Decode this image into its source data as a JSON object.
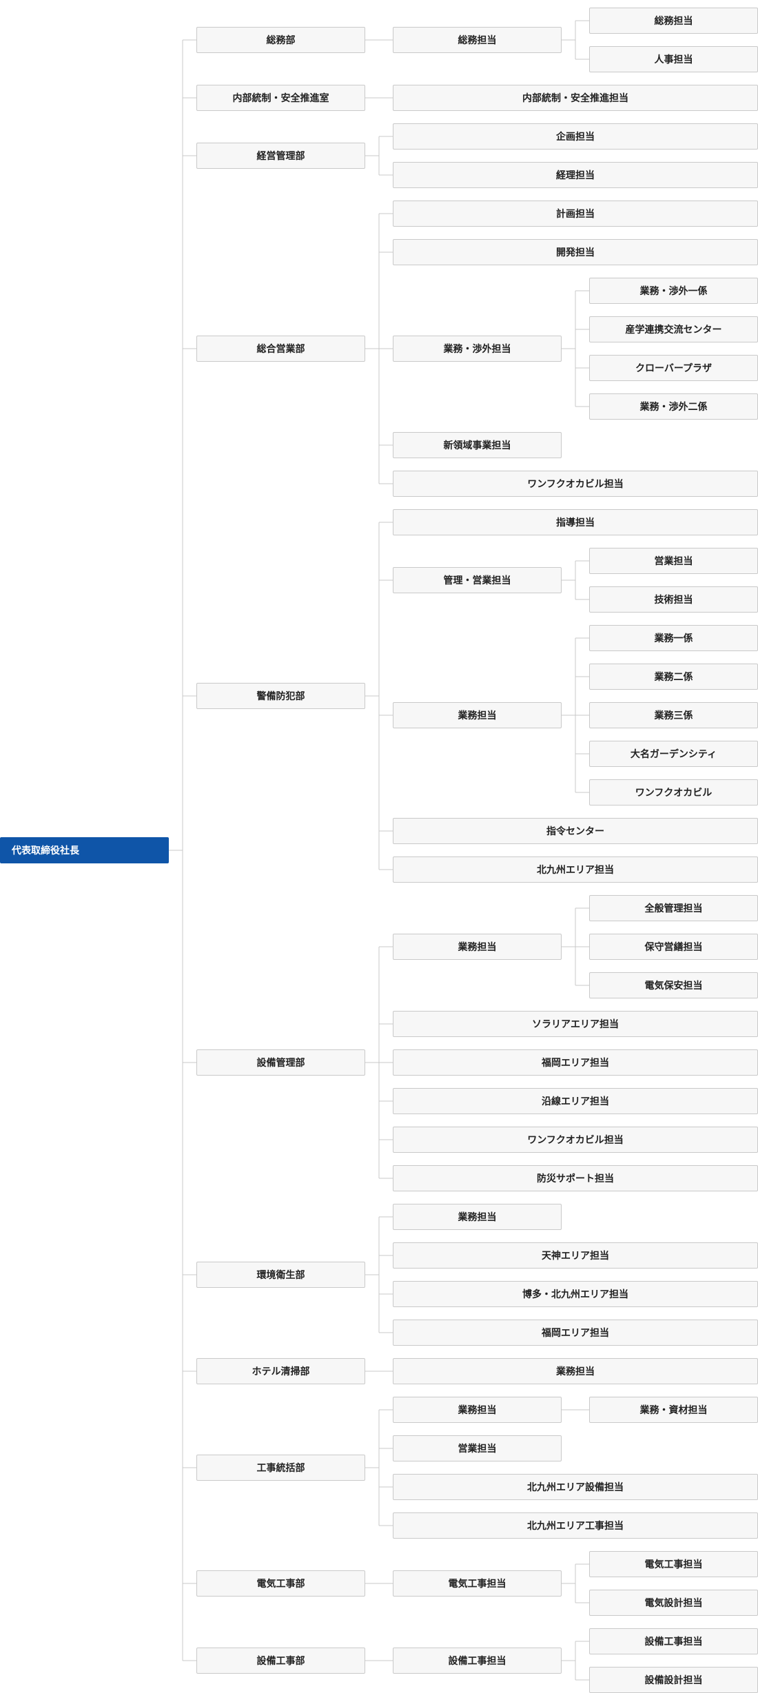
{
  "org": {
    "label": "代表取締役社長",
    "children": [
      {
        "label": "総務部",
        "children": [
          {
            "label": "総務担当",
            "children": [
              {
                "label": "総務担当"
              },
              {
                "label": "人事担当"
              }
            ]
          }
        ]
      },
      {
        "label": "内部統制・安全推進室",
        "children": [
          {
            "label": "内部統制・安全推進担当"
          }
        ]
      },
      {
        "label": "経営管理部",
        "children": [
          {
            "label": "企画担当"
          },
          {
            "label": "経理担当"
          }
        ]
      },
      {
        "label": "総合営業部",
        "children": [
          {
            "label": "計画担当"
          },
          {
            "label": "開発担当"
          },
          {
            "label": "業務・渉外担当",
            "children": [
              {
                "label": "業務・渉外一係"
              },
              {
                "label": "産学連携交流センター"
              },
              {
                "label": "クローバープラザ"
              },
              {
                "label": "業務・渉外二係"
              }
            ]
          },
          {
            "label": "新領域事業担当",
            "narrow": true
          },
          {
            "label": "ワンフクオカビル担当"
          }
        ]
      },
      {
        "label": "警備防犯部",
        "children": [
          {
            "label": "指導担当"
          },
          {
            "label": "管理・営業担当",
            "children": [
              {
                "label": "営業担当"
              },
              {
                "label": "技術担当"
              }
            ]
          },
          {
            "label": "業務担当",
            "children": [
              {
                "label": "業務一係"
              },
              {
                "label": "業務二係"
              },
              {
                "label": "業務三係"
              },
              {
                "label": "大名ガーデンシティ"
              },
              {
                "label": "ワンフクオカビル"
              }
            ]
          },
          {
            "label": "指令センター"
          },
          {
            "label": "北九州エリア担当"
          }
        ]
      },
      {
        "label": "設備管理部",
        "children": [
          {
            "label": "業務担当",
            "children": [
              {
                "label": "全般管理担当"
              },
              {
                "label": "保守営繕担当"
              },
              {
                "label": "電気保安担当"
              }
            ]
          },
          {
            "label": "ソラリアエリア担当"
          },
          {
            "label": "福岡エリア担当"
          },
          {
            "label": "沿線エリア担当"
          },
          {
            "label": "ワンフクオカビル担当"
          },
          {
            "label": "防災サポート担当"
          }
        ]
      },
      {
        "label": "環境衛生部",
        "children": [
          {
            "label": "業務担当",
            "narrow": true
          },
          {
            "label": "天神エリア担当"
          },
          {
            "label": "博多・北九州エリア担当"
          },
          {
            "label": "福岡エリア担当"
          }
        ]
      },
      {
        "label": "ホテル清掃部",
        "children": [
          {
            "label": "業務担当"
          }
        ]
      },
      {
        "label": "工事統括部",
        "children": [
          {
            "label": "業務担当",
            "children": [
              {
                "label": "業務・資材担当"
              }
            ]
          },
          {
            "label": "営業担当",
            "narrow": true
          },
          {
            "label": "北九州エリア設備担当"
          },
          {
            "label": "北九州エリア工事担当"
          }
        ]
      },
      {
        "label": "電気工事部",
        "children": [
          {
            "label": "電気工事担当",
            "children": [
              {
                "label": "電気工事担当"
              },
              {
                "label": "電気設計担当"
              }
            ]
          }
        ]
      },
      {
        "label": "設備工事部",
        "children": [
          {
            "label": "設備工事担当",
            "children": [
              {
                "label": "設備工事担当"
              },
              {
                "label": "設備設計担当"
              }
            ]
          }
        ]
      }
    ]
  },
  "colors": {
    "root_bg": "#0f55a8",
    "box_bg": "#f7f7f7",
    "box_border": "#c9c9c9",
    "line": "#c9c9c9"
  }
}
